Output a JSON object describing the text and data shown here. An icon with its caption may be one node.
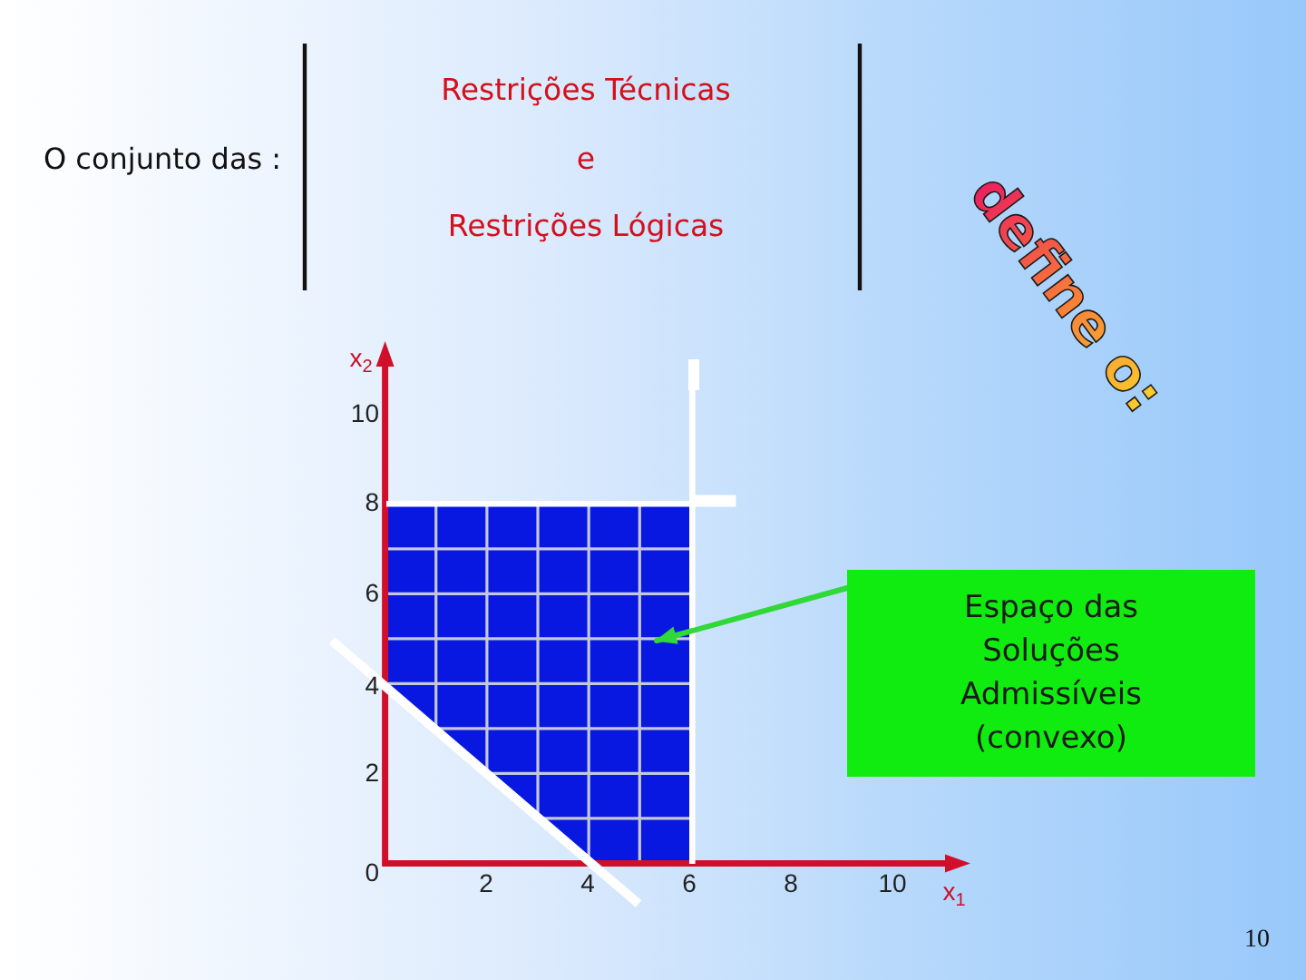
{
  "diagram": {
    "nodes": [
      {
        "text": [],
        "shape": "polygon"
      },
      {
        "text": [
          "Espaço das Soluções Admissíveis (convexo)"
        ]
      }
    ],
    "edges": [
      {
        "from": 1,
        "to": 0,
        "arrow": "to"
      }
    ],
    "labels": [
      "O conjunto das :",
      "Restrições Técnicas",
      "e",
      "Restrições Lógicas",
      "define o:",
      "x$_{2}$",
      "10",
      "8",
      "6",
      "4",
      "2",
      "0",
      "2",
      "4",
      "6",
      "8",
      "10",
      "x$_{1}$",
      "10"
    ]
  }
}
